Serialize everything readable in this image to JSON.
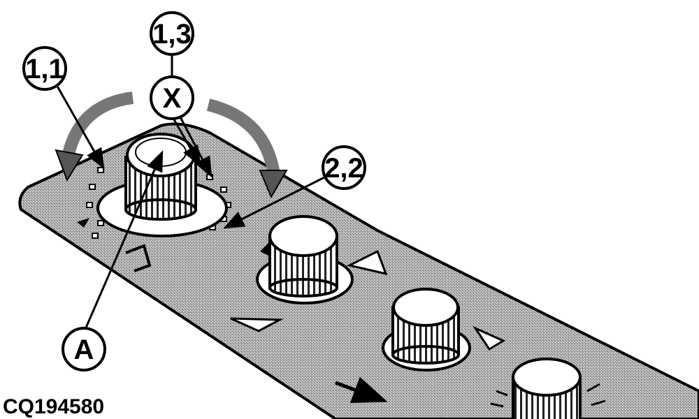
{
  "figure_id": "CQ194580",
  "callouts": {
    "a": "A",
    "x": "X",
    "setting_1_3": "1,3",
    "setting_1_1": "1,1",
    "setting_2_2": "2,2"
  },
  "colors": {
    "panel_fill": "#9a9a9a",
    "knob_fill": "#ffffff",
    "outline": "#000000",
    "background": "#ffffff"
  }
}
